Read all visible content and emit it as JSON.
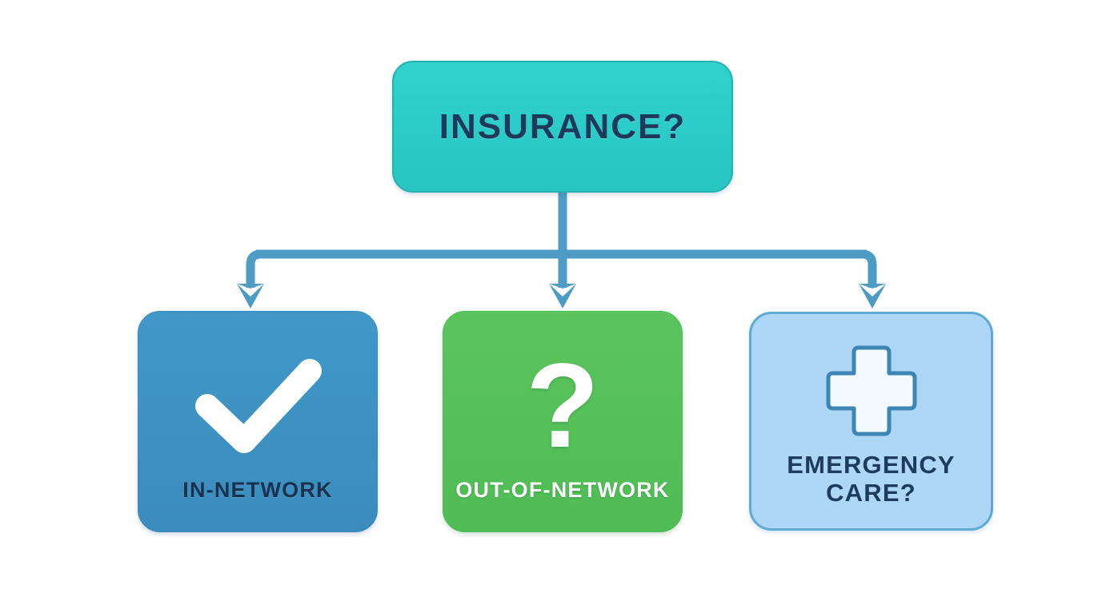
{
  "diagram": {
    "title_node": {
      "label": "INSURANCE?",
      "fill_color": "#2ccac7",
      "border_color": "#23b2b0",
      "text_color": "#1d3a5c"
    },
    "connector": {
      "color": "#4e9cc4",
      "style": "orthogonal-elbow",
      "arrowhead": "chevron-down",
      "branch_count": 3
    },
    "children": [
      {
        "id": "in-network",
        "label": "IN-NETWORK",
        "icon": "checkmark-icon",
        "fill_color": "#3d94c4",
        "text_color": "#16324f",
        "icon_color": "#ffffff"
      },
      {
        "id": "out-of-network",
        "label": "OUT-OF-NETWORK",
        "icon": "question-mark-icon",
        "fill_color": "#55c056",
        "text_color": "#ffffff",
        "icon_color": "#ffffff"
      },
      {
        "id": "emergency-care",
        "label": "EMERGENCY\nCARE?",
        "icon": "medical-cross-icon",
        "fill_color": "#aed7f7",
        "border_color": "#5ea9d5",
        "text_color": "#1c3c5e",
        "icon_color": "#f2f9ff"
      }
    ]
  }
}
